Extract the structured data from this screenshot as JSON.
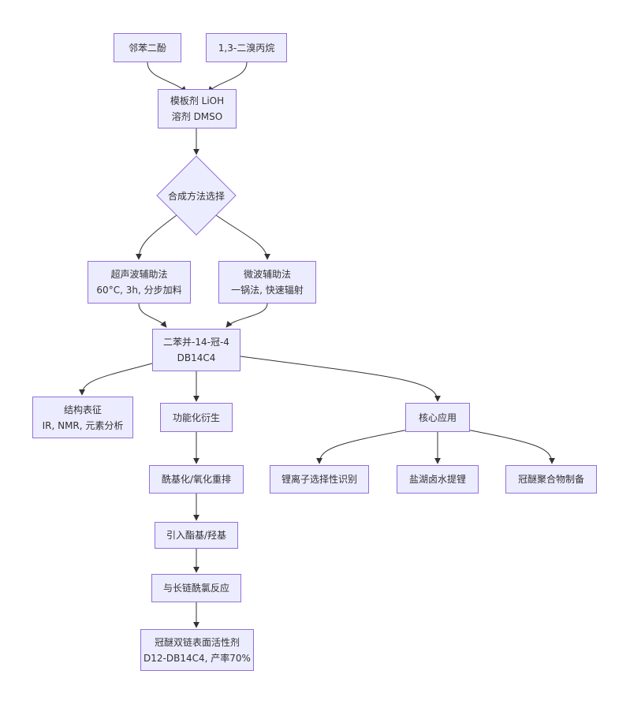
{
  "nodes": {
    "catechol": "邻苯二酚",
    "dibromopropane": "1,3-二溴丙烷",
    "template": {
      "line1": "模板剂 LiOH",
      "line2": "溶剂 DMSO"
    },
    "method_choice": "合成方法选择",
    "ultrasound": {
      "line1": "超声波辅助法",
      "line2": "60°C, 3h, 分步加料"
    },
    "microwave": {
      "line1": "微波辅助法",
      "line2": "一锅法, 快速辐射"
    },
    "db14c4": {
      "line1": "二苯并-14-冠-4",
      "line2": "DB14C4"
    },
    "characterization": {
      "line1": "结构表征",
      "line2": "IR, NMR, 元素分析"
    },
    "functionalization": "功能化衍生",
    "core_application": "核心应用",
    "acylation": "酰基化/氧化重排",
    "lithium_selectivity": "锂离子选择性识别",
    "salt_lake": "盐湖卤水提锂",
    "polymer": "冠醚聚合物制备",
    "ester_hydroxyl": "引入酯基/羟基",
    "long_chain": "与长链酰氯反应",
    "surfactant": {
      "line1": "冠醚双链表面活性剂",
      "line2": "D12-DB14C4, 产率70%"
    }
  },
  "colors": {
    "node_fill": "#ECECFF",
    "node_stroke": "#9370DB",
    "edge": "#333333",
    "text": "#333333"
  }
}
